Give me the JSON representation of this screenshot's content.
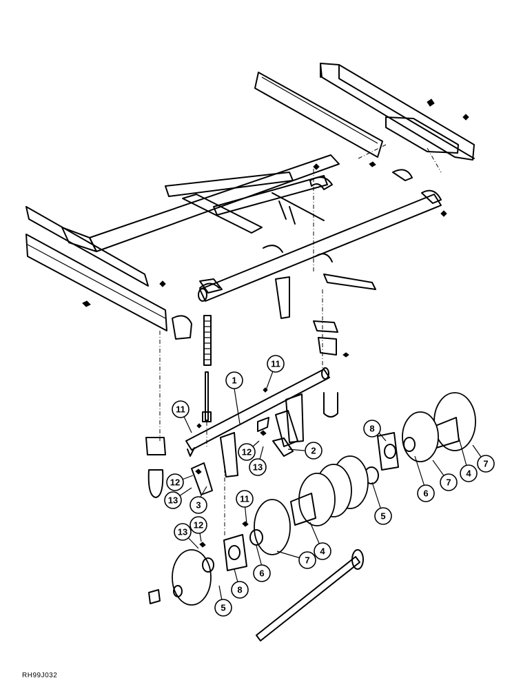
{
  "reference_code": "RH99J032",
  "callouts": [
    {
      "label": "1"
    },
    {
      "label": "2"
    },
    {
      "label": "3"
    },
    {
      "label": "4"
    },
    {
      "label": "4"
    },
    {
      "label": "5"
    },
    {
      "label": "5"
    },
    {
      "label": "6"
    },
    {
      "label": "6"
    },
    {
      "label": "7"
    },
    {
      "label": "7"
    },
    {
      "label": "7"
    },
    {
      "label": "8"
    },
    {
      "label": "8"
    },
    {
      "label": "11"
    },
    {
      "label": "11"
    },
    {
      "label": "11"
    },
    {
      "label": "12"
    },
    {
      "label": "12"
    },
    {
      "label": "12"
    },
    {
      "label": "13"
    },
    {
      "label": "13"
    },
    {
      "label": "13"
    }
  ]
}
